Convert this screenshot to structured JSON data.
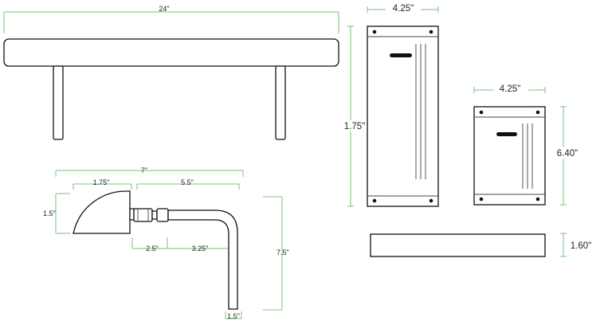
{
  "diagram": {
    "colors": {
      "dimension_line": "#7ac47a",
      "outline": "#111111",
      "background": "#ffffff"
    },
    "shelf": {
      "width_label": "24\""
    },
    "lamp": {
      "overall_width_label": "7\"",
      "shade_width_label": "1.75\"",
      "arm_width_label": "5.5\"",
      "shade_height_label": "1.5\"",
      "offset_a_label": "2.5\"",
      "offset_b_label": "3.25\"",
      "height_label": "7.5\"",
      "base_label": "1.5\""
    },
    "large_plate": {
      "width_label": "4.25\"",
      "height_label": "1.75\""
    },
    "small_plate": {
      "width_label": "4.25\"",
      "height_label": "6.40\""
    },
    "bar": {
      "height_label": "1.60\""
    }
  }
}
